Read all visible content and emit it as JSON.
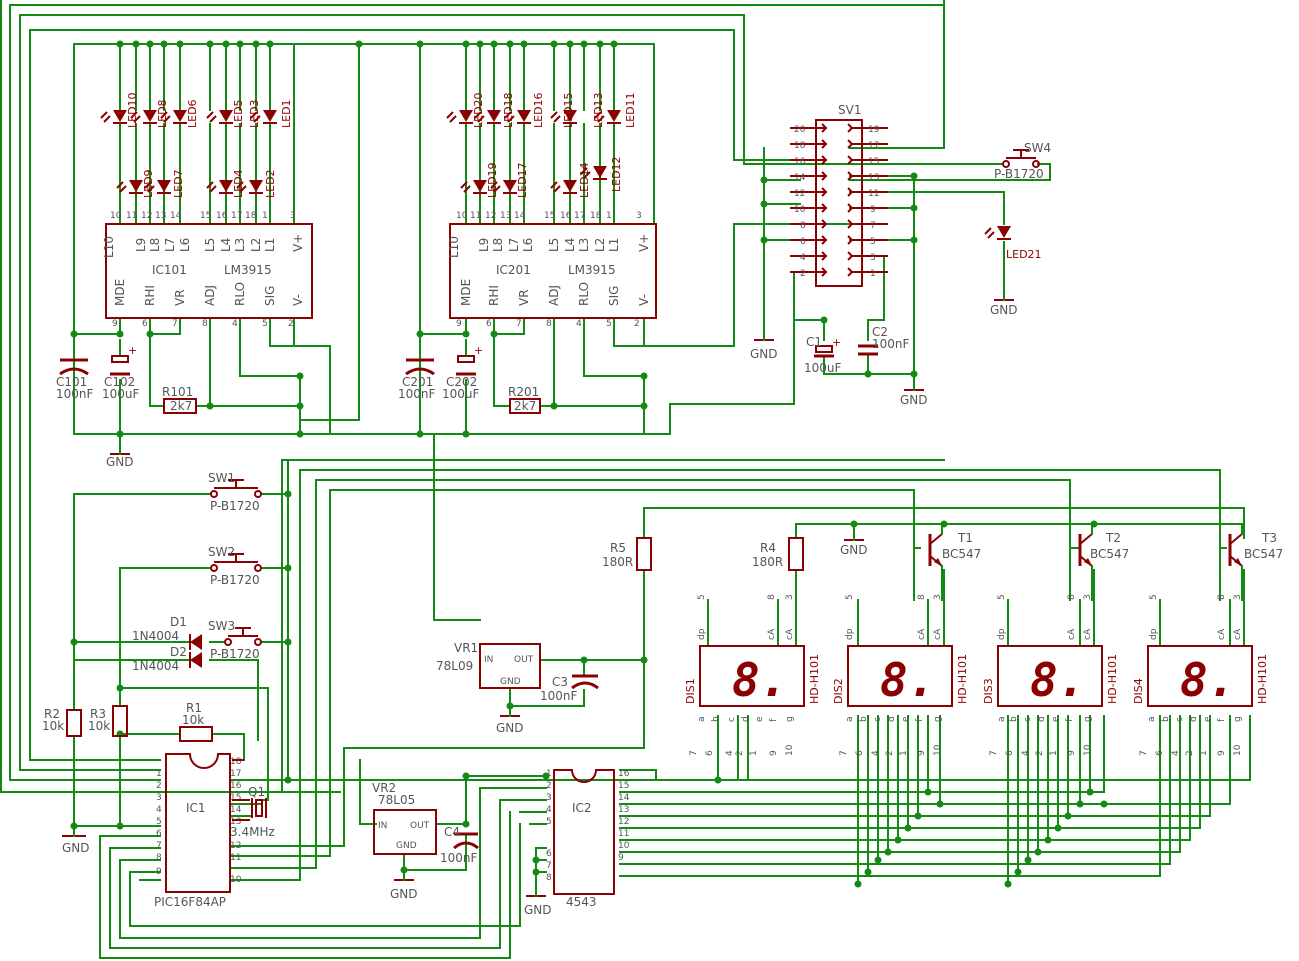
{
  "ic": {
    "ic101": {
      "name": "IC101",
      "value": "LM3915"
    },
    "ic201": {
      "name": "IC201",
      "value": "LM3915"
    },
    "ic1": {
      "name": "IC1",
      "value": "PIC16F84AP"
    },
    "ic2": {
      "name": "IC2",
      "value": "4543"
    },
    "pins_lm_top": [
      "L10",
      "L9",
      "L8",
      "L7",
      "L6",
      "L5",
      "L4",
      "L3",
      "L2",
      "L1",
      "V+"
    ],
    "pins_lm_bottom": [
      "MDE",
      "RHI",
      "VR",
      "ADJ",
      "RLO",
      "SIG",
      "V-"
    ]
  },
  "leds": {
    "led1": "LED1",
    "led2": "LED2",
    "led3": "LED3",
    "led4": "LED4",
    "led5": "LED5",
    "led6": "LED6",
    "led7": "LED7",
    "led8": "LED8",
    "led9": "LED9",
    "led10": "LED10",
    "led11": "LED11",
    "led12": "LED12",
    "led13": "LED13",
    "led14": "LED14",
    "led15": "LED15",
    "led16": "LED16",
    "led17": "LED17",
    "led18": "LED18",
    "led19": "LED19",
    "led20": "LED20",
    "led21": "LED21"
  },
  "caps": {
    "c101": {
      "name": "C101",
      "value": "100nF"
    },
    "c102": {
      "name": "C102",
      "value": "100uF"
    },
    "c201": {
      "name": "C201",
      "value": "100nF"
    },
    "c202": {
      "name": "C202",
      "value": "100uF"
    },
    "c1": {
      "name": "C1",
      "value": "100uF"
    },
    "c2": {
      "name": "C2",
      "value": "100nF"
    },
    "c3": {
      "name": "C3",
      "value": "100nF"
    },
    "c4": {
      "name": "C4",
      "value": "100nF"
    }
  },
  "resistors": {
    "r101": {
      "name": "R101",
      "value": "2k7"
    },
    "r201": {
      "name": "R201",
      "value": "2k7"
    },
    "r1": {
      "name": "R1",
      "value": "10k"
    },
    "r2": {
      "name": "R2",
      "value": "10k"
    },
    "r3": {
      "name": "R3",
      "value": "10k"
    },
    "r4": {
      "name": "R4",
      "value": "180R"
    },
    "r5": {
      "name": "R5",
      "value": "180R"
    }
  },
  "switches": {
    "sw1": {
      "name": "SW1",
      "value": "P-B1720"
    },
    "sw2": {
      "name": "SW2",
      "value": "P-B1720"
    },
    "sw3": {
      "name": "SW3",
      "value": "P-B1720"
    },
    "sw4": {
      "name": "SW4",
      "value": "P-B1720"
    }
  },
  "diodes": {
    "d1": {
      "name": "D1",
      "value": "1N4004"
    },
    "d2": {
      "name": "D2",
      "value": "1N4004"
    }
  },
  "regulators": {
    "vr1": {
      "name": "VR1",
      "value": "78L09",
      "pin_in": "IN",
      "pin_out": "OUT",
      "pin_gnd": "GND"
    },
    "vr2": {
      "name": "VR2",
      "value": "78L05",
      "pin_in": "IN",
      "pin_out": "OUT",
      "pin_gnd": "GND"
    }
  },
  "transistors": {
    "t1": {
      "name": "T1",
      "value": "BC547"
    },
    "t2": {
      "name": "T2",
      "value": "BC547"
    },
    "t3": {
      "name": "T3",
      "value": "BC547"
    }
  },
  "crystal": {
    "name": "Q1",
    "value": "3.4MHz"
  },
  "connector": {
    "name": "SV1"
  },
  "displays": {
    "value": "HD-H101",
    "names": [
      "DIS1",
      "DIS2",
      "DIS3",
      "DIS4"
    ],
    "digit": "8."
  },
  "gnd_label": "GND"
}
